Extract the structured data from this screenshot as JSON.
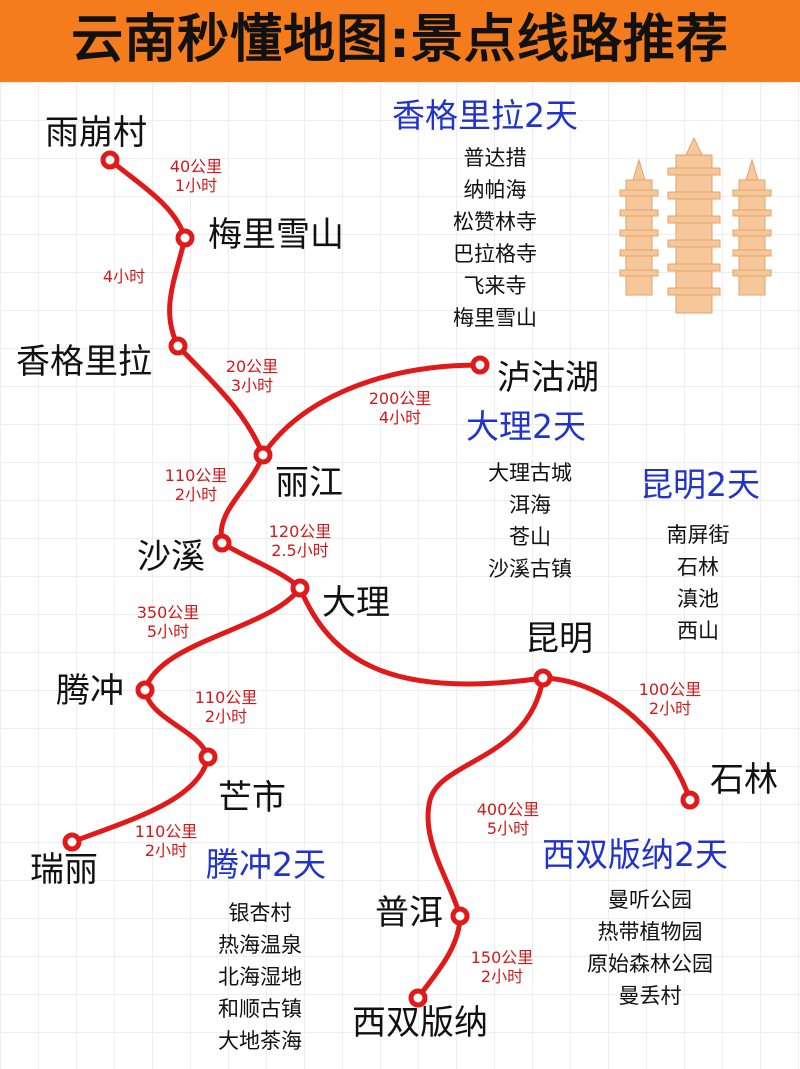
{
  "title": "云南秒懂地图:景点线路推荐",
  "colors": {
    "banner": "#f47c1c",
    "route": "#e01a1a",
    "itinerary_title": "#2233cc",
    "distance": "#d21a1a"
  },
  "places": [
    {
      "id": "yubeng",
      "name": "雨崩村"
    },
    {
      "id": "meili",
      "name": "梅里雪山"
    },
    {
      "id": "shangri",
      "name": "香格里拉"
    },
    {
      "id": "lugu",
      "name": "泸沽湖"
    },
    {
      "id": "lijiang",
      "name": "丽江"
    },
    {
      "id": "shaxi",
      "name": "沙溪"
    },
    {
      "id": "dali",
      "name": "大理"
    },
    {
      "id": "kunming",
      "name": "昆明"
    },
    {
      "id": "tengchong",
      "name": "腾冲"
    },
    {
      "id": "mangshi",
      "name": "芒市"
    },
    {
      "id": "shilin",
      "name": "石林"
    },
    {
      "id": "ruili",
      "name": "瑞丽"
    },
    {
      "id": "puer",
      "name": "普洱"
    },
    {
      "id": "xsbn",
      "name": "西双版纳"
    }
  ],
  "distances": [
    {
      "km": "40公里",
      "time": "1小时"
    },
    {
      "km": "",
      "time": "4小时"
    },
    {
      "km": "20公里",
      "time": "3小时"
    },
    {
      "km": "200公里",
      "time": "4小时"
    },
    {
      "km": "110公里",
      "time": "2小时"
    },
    {
      "km": "120公里",
      "time": "2.5小时"
    },
    {
      "km": "350公里",
      "time": "5小时"
    },
    {
      "km": "110公里",
      "time": "2小时"
    },
    {
      "km": "100公里",
      "time": "2小时"
    },
    {
      "km": "110公里",
      "time": "2小时"
    },
    {
      "km": "400公里",
      "time": "5小时"
    },
    {
      "km": "150公里",
      "time": "2小时"
    }
  ],
  "itineraries": {
    "shangrila": {
      "title": "香格里拉2天",
      "items": [
        "普达措",
        "纳帕海",
        "松赞林寺",
        "巴拉格寺",
        "飞来寺",
        "梅里雪山"
      ]
    },
    "dali": {
      "title": "大理2天",
      "items": [
        "大理古城",
        "洱海",
        "苍山",
        "沙溪古镇"
      ]
    },
    "kunming": {
      "title": "昆明2天",
      "items": [
        "南屏街",
        "石林",
        "滇池",
        "西山"
      ]
    },
    "xsbn": {
      "title": "西双版纳2天",
      "items": [
        "曼听公园",
        "热带植物园",
        "原始森林公园",
        "曼丢村"
      ]
    },
    "tengchong": {
      "title": "腾冲2天",
      "items": [
        "银杏村",
        "热海温泉",
        "北海湿地",
        "和顺古镇",
        "大地茶海"
      ]
    }
  },
  "decorations": {
    "pagoda_icon": "three-pagodas-icon"
  }
}
